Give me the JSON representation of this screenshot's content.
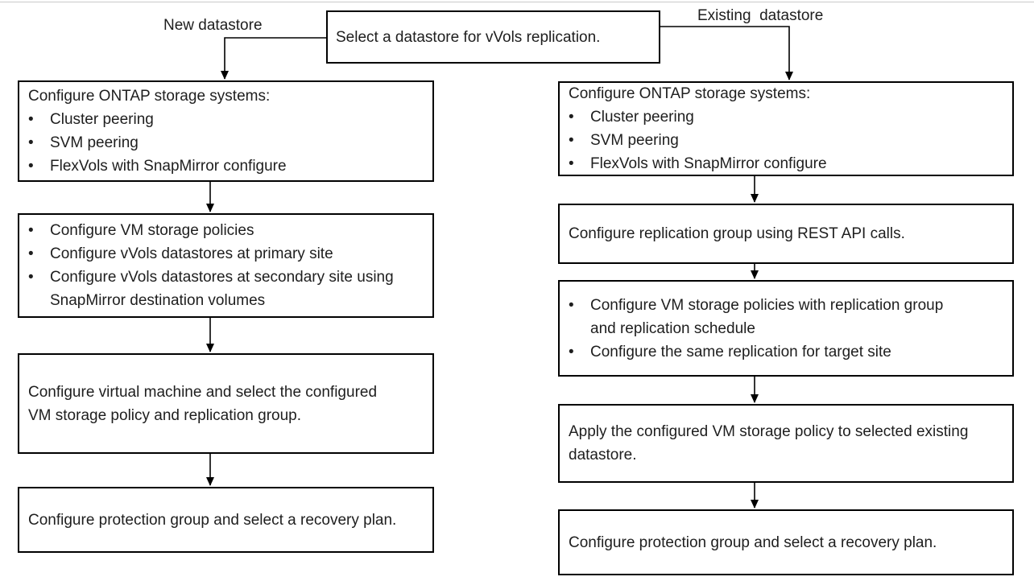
{
  "bullet_char": "•",
  "colors": {
    "background": "#ffffff",
    "box_border": "#000000",
    "text": "#1e1e1e",
    "top_rule": "#c9c9c9"
  },
  "root_node": {
    "text": "Select a datastore for vVols replication."
  },
  "labels": {
    "new_branch": "New datastore",
    "existing_branch": "Existing  datastore"
  },
  "left_flow": {
    "steps": [
      {
        "intro": "Configure ONTAP storage systems:",
        "bullets": [
          "Cluster peering",
          "SVM peering",
          "FlexVols with SnapMirror configure"
        ]
      },
      {
        "bullets": [
          "Configure VM storage policies",
          "Configure vVols datastores at primary site",
          "Configure vVols datastores at secondary site using SnapMirror destination volumes"
        ]
      },
      {
        "text": "Configure virtual machine and select the configured VM storage policy and replication group."
      },
      {
        "text": "Configure protection group and select a recovery plan."
      }
    ]
  },
  "right_flow": {
    "steps": [
      {
        "intro": "Configure ONTAP storage systems:",
        "bullets": [
          "Cluster peering",
          "SVM peering",
          "FlexVols with SnapMirror configure"
        ]
      },
      {
        "text": "Configure replication group using REST API calls."
      },
      {
        "bullets": [
          "Configure VM storage policies with replication group and replication schedule",
          "Configure the same replication for target site"
        ]
      },
      {
        "text": "Apply the configured VM storage policy to selected existing datastore."
      },
      {
        "text": "Configure protection group and select a recovery plan."
      }
    ]
  }
}
